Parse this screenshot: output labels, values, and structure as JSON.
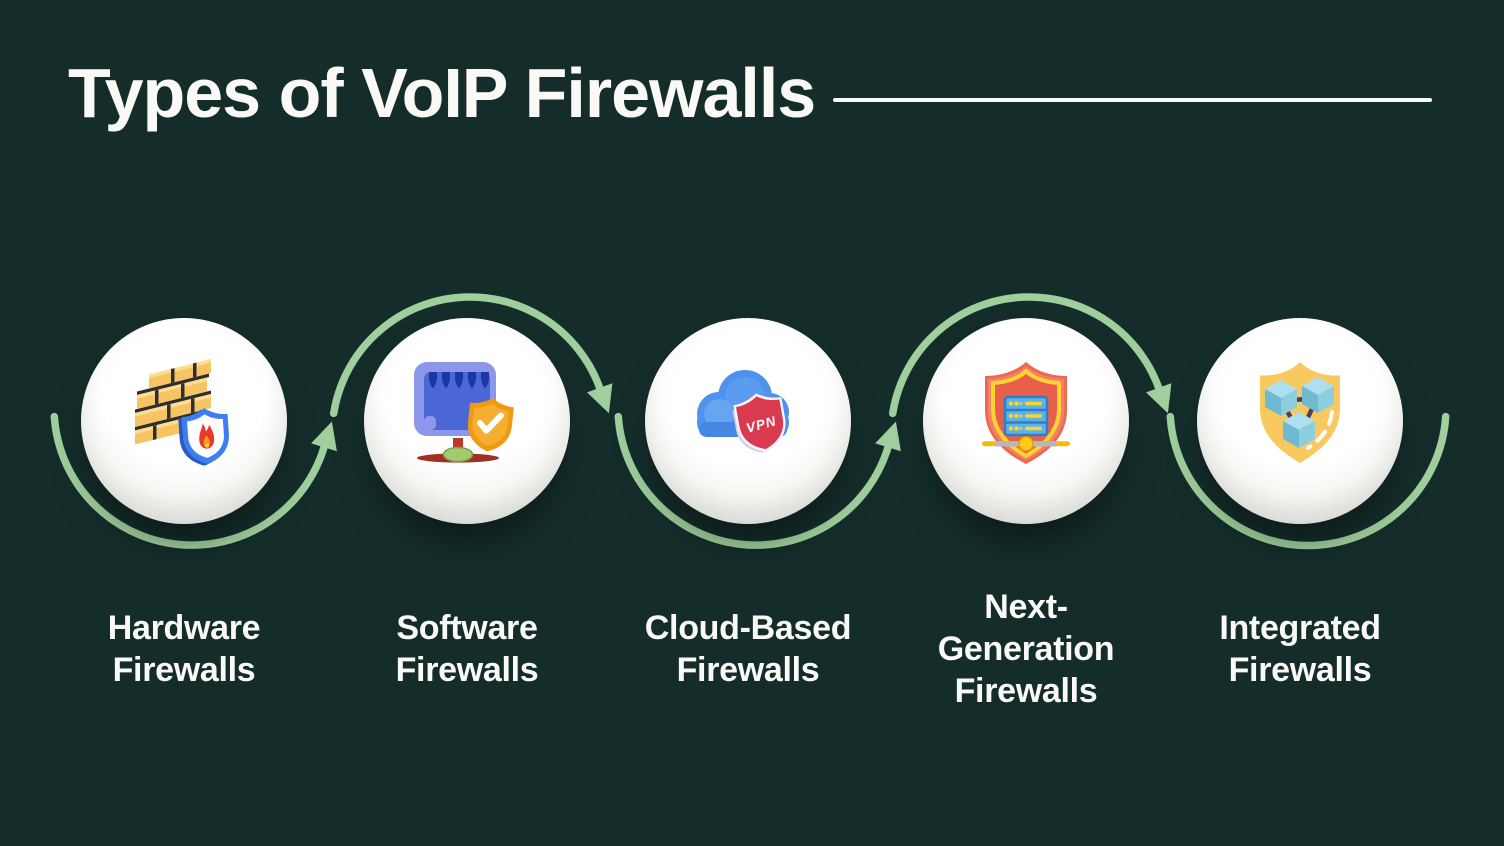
{
  "title": "Types of VoIP Firewalls",
  "colors": {
    "background": "#142d2b",
    "arc_green": "#9fcf9d",
    "text_white": "#faf9f6",
    "circle_white": "#ffffff"
  },
  "items": [
    {
      "id": "hardware",
      "label_lines": [
        "Hardware",
        "Firewalls"
      ],
      "icon": "brick-wall-shield-flame-icon"
    },
    {
      "id": "software",
      "label_lines": [
        "Software",
        "Firewalls"
      ],
      "icon": "monitor-shield-checkmark-icon"
    },
    {
      "id": "cloud",
      "label_lines": [
        "Cloud-Based",
        "Firewalls"
      ],
      "icon": "cloud-vpn-shield-icon",
      "badge": "VPN"
    },
    {
      "id": "nextgen",
      "label_lines": [
        "Next-",
        "Generation",
        "Firewalls"
      ],
      "icon": "shield-server-network-icon"
    },
    {
      "id": "integrated",
      "label_lines": [
        "Integrated",
        "Firewalls"
      ],
      "icon": "shield-linked-cubes-icon"
    }
  ]
}
